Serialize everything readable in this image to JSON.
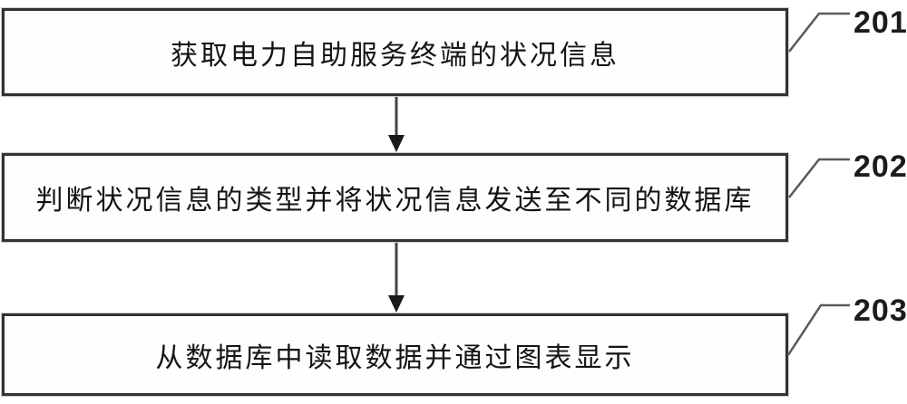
{
  "diagram": {
    "type": "flowchart",
    "orientation": "vertical",
    "steps": [
      {
        "ref": "201",
        "label": "获取电力自助服务终端的状况信息"
      },
      {
        "ref": "202",
        "label": "判断状况信息的类型并将状况信息发送至不同的数据库"
      },
      {
        "ref": "203",
        "label": "从数据库中读取数据并通过图表显示"
      }
    ],
    "connections": [
      {
        "from": "201",
        "to": "202",
        "style": "arrow-down"
      },
      {
        "from": "202",
        "to": "203",
        "style": "arrow-down"
      }
    ],
    "colors": {
      "background": "#ffffff",
      "box_border": "#333333",
      "box_fill": "#fefefe",
      "line": "#555555",
      "text": "#141414",
      "ref_text": "#1c1c1c"
    }
  }
}
